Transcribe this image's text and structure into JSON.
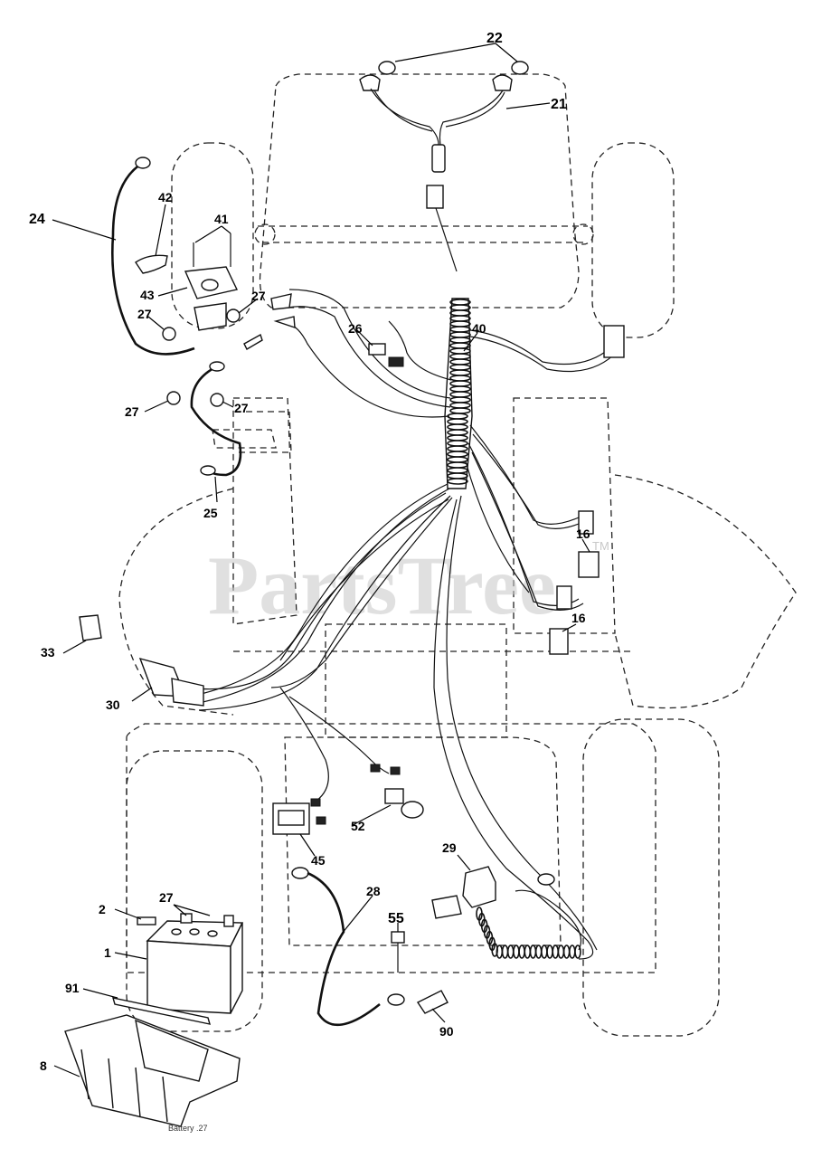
{
  "watermark": {
    "text": "PartsTree",
    "tm": "TM"
  },
  "battery_mark": "Battery .27",
  "callouts": {
    "c22": "22",
    "c21": "21",
    "c24": "24",
    "c42": "42",
    "c41": "41",
    "c43": "43",
    "c27a": "27",
    "c27b": "27",
    "c27c": "27",
    "c27d": "27",
    "c26": "26",
    "c40": "40",
    "c25": "25",
    "c16a": "16",
    "c16b": "16",
    "c33": "33",
    "c30": "30",
    "c52": "52",
    "c45": "45",
    "c29": "29",
    "c28": "28",
    "c55": "55",
    "c2": "2",
    "c27e": "27",
    "c1": "1",
    "c91": "91",
    "c8": "8",
    "c90": "90"
  }
}
